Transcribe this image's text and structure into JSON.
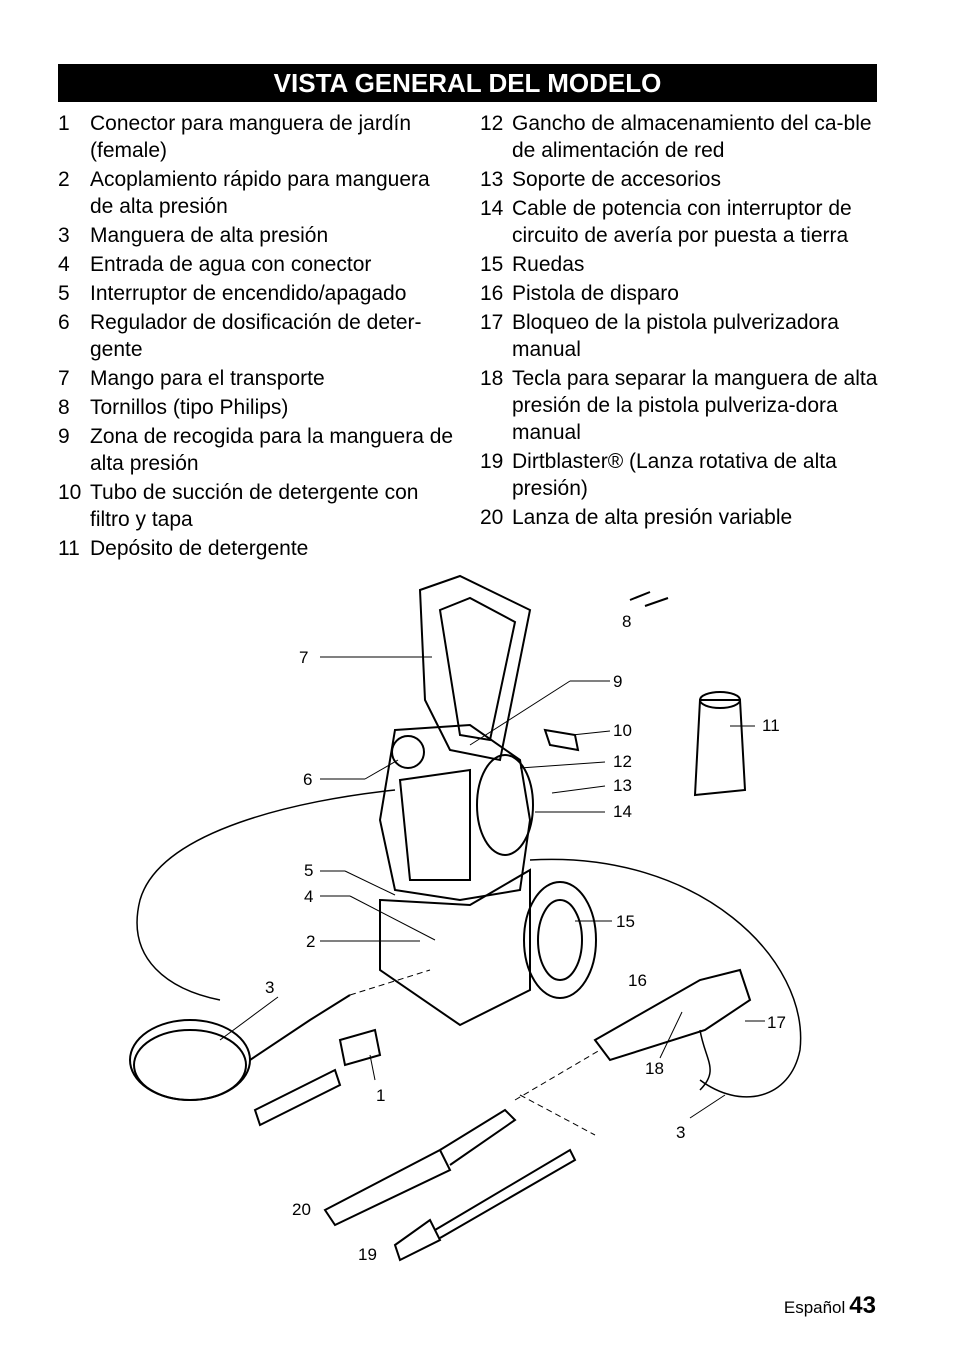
{
  "header": {
    "title": "VISTA GENERAL DEL MODELO"
  },
  "items_left": [
    {
      "num": "1",
      "text": "Conector para manguera de jardín (female)"
    },
    {
      "num": "2",
      "text": "Acoplamiento rápido para manguera de alta presión"
    },
    {
      "num": "3",
      "text": "Manguera de alta presión"
    },
    {
      "num": "4",
      "text": "Entrada de agua con conector"
    },
    {
      "num": "5",
      "text": "Interruptor de encendido/apagado"
    },
    {
      "num": "6",
      "text": "Regulador de dosificación de deter-gente"
    },
    {
      "num": "7",
      "text": "Mango para el transporte"
    },
    {
      "num": "8",
      "text": "Tornillos (tipo Philips)"
    },
    {
      "num": "9",
      "text": "Zona de recogida para la manguera de alta presión"
    },
    {
      "num": "10",
      "text": "Tubo de succión de detergente con filtro y tapa"
    },
    {
      "num": "11",
      "text": "Depósito de detergente"
    }
  ],
  "items_right": [
    {
      "num": "12",
      "text": "Gancho de almacenamiento del ca-ble de alimentación de red"
    },
    {
      "num": "13",
      "text": "Soporte de accesorios"
    },
    {
      "num": "14",
      "text": "Cable de potencia con interruptor de circuito de avería por puesta a tierra"
    },
    {
      "num": "15",
      "text": "Ruedas"
    },
    {
      "num": "16",
      "text": "Pistola de disparo"
    },
    {
      "num": "17",
      "text": "Bloqueo de la pistola pulverizadora manual"
    },
    {
      "num": "18",
      "text": "Tecla para separar la manguera de alta presión de la pistola pulveriza-dora manual"
    },
    {
      "num": "19",
      "text": "Dirtblaster® (Lanza rotativa de alta presión)"
    },
    {
      "num": "20",
      "text": "Lanza de alta presión variable"
    }
  ],
  "diagram": {
    "callouts": [
      "7",
      "8",
      "9",
      "10",
      "11",
      "12",
      "13",
      "14",
      "6",
      "5",
      "4",
      "2",
      "15",
      "3",
      "16",
      "17",
      "18",
      "1",
      "3",
      "20",
      "19"
    ]
  },
  "footer": {
    "language": "Español",
    "page": "43"
  }
}
